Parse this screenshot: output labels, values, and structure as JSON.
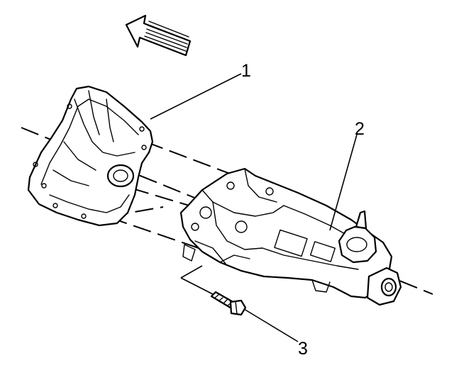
{
  "callouts": [
    {
      "id": "1",
      "label": "1"
    },
    {
      "id": "2",
      "label": "2"
    },
    {
      "id": "3",
      "label": "3"
    }
  ],
  "icons": {
    "direction_arrow": "front-direction-arrow-icon"
  },
  "colors": {
    "ink": "#000000",
    "background": "#ffffff"
  }
}
